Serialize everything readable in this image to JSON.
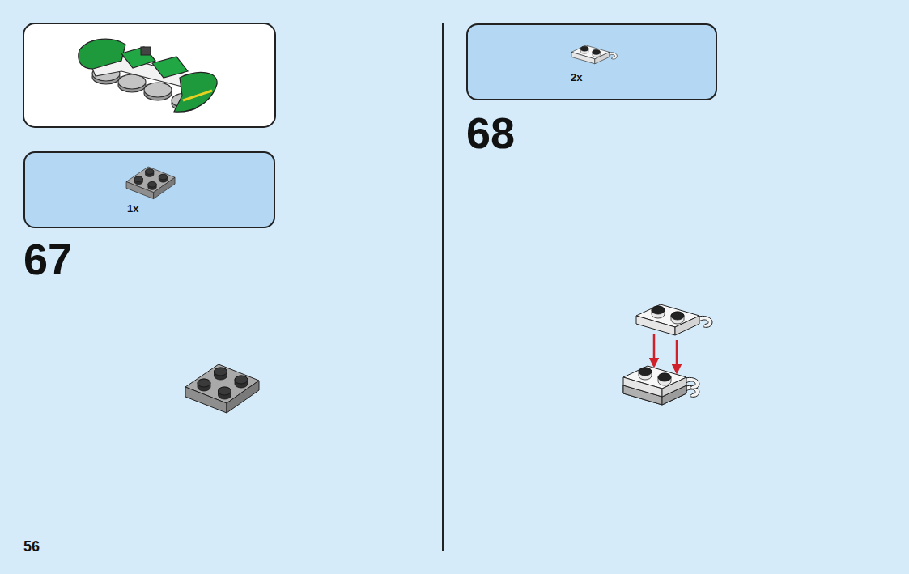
{
  "diagram": {
    "nodes": [
      {
        "text": [
          "1x"
        ]
      },
      {
        "text": [
          "2x"
        ]
      }
    ],
    "labels": [
      "67",
      "68",
      "56"
    ]
  }
}
